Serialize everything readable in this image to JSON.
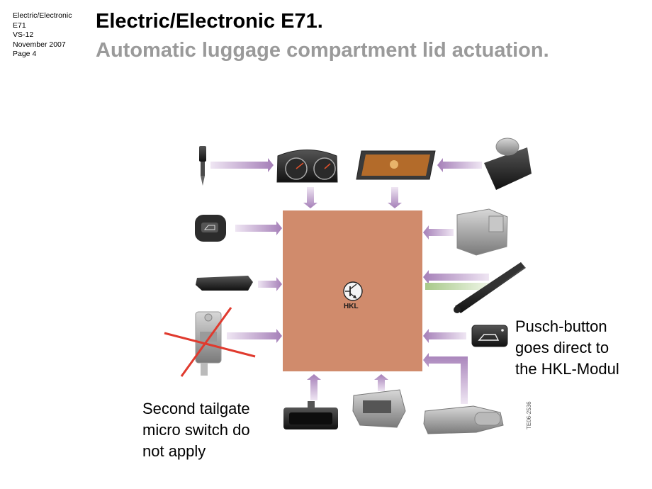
{
  "meta": {
    "line1": "Electric/Electronic",
    "line2": "E71",
    "line3": "VS-12",
    "line4": "November  2007",
    "line5": "Page 4"
  },
  "header": {
    "title": "Electric/Electronic E71.",
    "subtitle": "Automatic luggage compartment lid actuation."
  },
  "diagram": {
    "central_module_label": "HKL",
    "image_code": "TE06-2536",
    "colors": {
      "module": "#d08b6c",
      "arrow": "#b596c4",
      "arrow_green": "#a8c98a",
      "strike": "#e03a2e"
    }
  },
  "notes": {
    "right": [
      "Pusch-button",
      "goes direct to",
      "the HKL-Modul"
    ],
    "left": [
      "Second tailgate",
      "micro switch do",
      "not apply"
    ]
  }
}
